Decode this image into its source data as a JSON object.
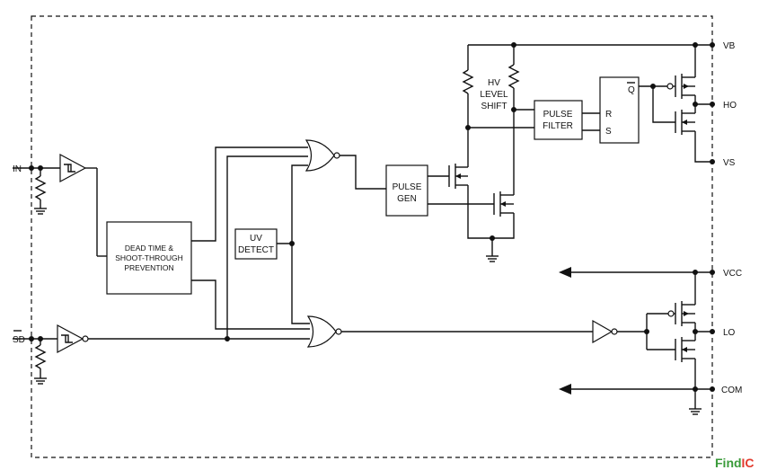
{
  "diagram": {
    "pins": {
      "in": "IN",
      "sd": "SD",
      "vb": "VB",
      "ho": "HO",
      "vs": "VS",
      "vcc": "VCC",
      "lo": "LO",
      "com": "COM"
    },
    "blocks": {
      "dead_time_line1": "DEAD TIME &",
      "dead_time_line2": "SHOOT-THROUGH",
      "dead_time_line3": "PREVENTION",
      "uv_line1": "UV",
      "uv_line2": "DETECT",
      "pulse_gen_line1": "PULSE",
      "pulse_gen_line2": "GEN",
      "pulse_filter_line1": "PULSE",
      "pulse_filter_line2": "FILTER",
      "hv_line1": "HV",
      "hv_line2": "LEVEL",
      "hv_line3": "SHIFT",
      "latch_r": "R",
      "latch_s": "S",
      "latch_q": "Q"
    },
    "logo": {
      "part1": "Find",
      "part2": "IC",
      "color1": "#3a9b3a",
      "color2": "#e23b2e"
    }
  }
}
